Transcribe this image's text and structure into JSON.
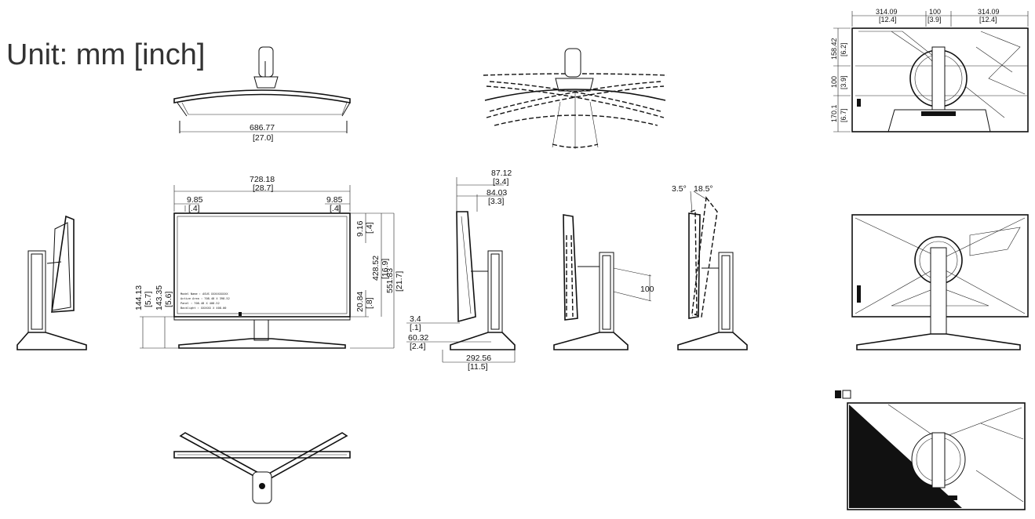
{
  "title": "Unit: mm [inch]",
  "top_view": {
    "width": "686.77",
    "width_in": "[27.0]"
  },
  "front_view": {
    "overall_width": "728.18",
    "overall_width_in": "[28.7]",
    "bezel_left": "9.85",
    "bezel_left_in": "[.4]",
    "bezel_right": "9.85",
    "bezel_right_in": "[.4]",
    "bezel_top": "9.16",
    "bezel_top_in": "[.4]",
    "panel_height": "428.52",
    "panel_height_in": "[16.9]",
    "overall_height": "551.83",
    "overall_height_in": "[21.7]",
    "bezel_bottom": "20.84",
    "bezel_bottom_in": "[.8]",
    "stand_low": "144.13",
    "stand_low_in": "[5.7]",
    "stand_high": "143.35",
    "stand_high_in": "[5.6]",
    "spec_lines": [
      "Model Name : ASUS XXXXXXXXXX",
      "Active Area : 708.48 X 398.52",
      "Panel : 708.48 X 408.52",
      "Backlight : XXXXXX X 408.00"
    ]
  },
  "side_view": {
    "depth_top": "87.12",
    "depth_top_in": "[3.4]",
    "depth_mid": "84.03",
    "depth_mid_in": "[3.3]",
    "gap": "3.4",
    "gap_in": "[.1]",
    "offset": "60.32",
    "offset_in": "[2.4]",
    "base_depth": "292.56",
    "base_depth_in": "[11.5]"
  },
  "height_adjust": {
    "travel": "100"
  },
  "tilt": {
    "forward": "3.5°",
    "back": "18.5°"
  },
  "rear_top": {
    "left": "314.09",
    "left_in": "[12.4]",
    "mid": "100",
    "mid_in": "[3.9]",
    "right": "314.09",
    "right_in": "[12.4]",
    "upper": "158.42",
    "upper_in": "[6.2]",
    "vesa": "100",
    "vesa_in": "[3.9]",
    "lower": "170.1",
    "lower_in": "[6.7]"
  }
}
